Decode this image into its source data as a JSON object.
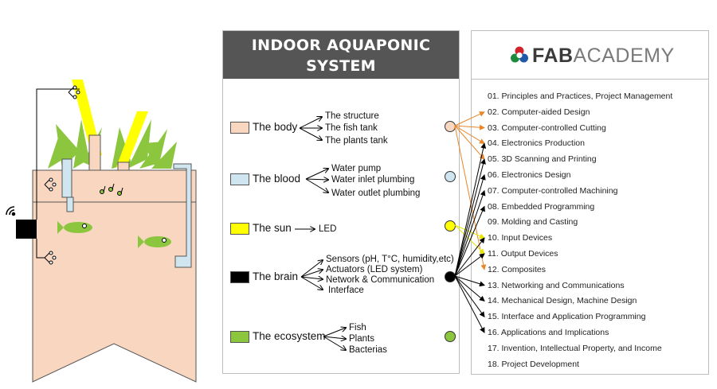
{
  "anatomy": {
    "title_line1": "INDOOR AQUAPONIC SYSTEM",
    "title_line2": "**GENERAL ANATOMY**",
    "categories": [
      {
        "label": "The body",
        "color": "#f9d6c0",
        "items": [
          "The structure",
          "The fish tank",
          "The plants tank"
        ]
      },
      {
        "label": "The blood",
        "color": "#cfe6f0",
        "items": [
          "Water pump",
          "Water inlet plumbing",
          "Water outlet plumbing"
        ]
      },
      {
        "label": "The sun",
        "color": "#ffff00",
        "items": [
          "LED"
        ]
      },
      {
        "label": "The brain",
        "color": "#000000",
        "items": [
          "Sensors (pH, T°C, humidity,etc)",
          "Actuators (LED system)",
          "Network & Communication",
          "Interface"
        ]
      },
      {
        "label": "The ecosystem",
        "color": "#8cc63f",
        "items": [
          "Fish",
          "Plants",
          "Bacterias"
        ]
      }
    ]
  },
  "fab": {
    "logo_bold": "FAB",
    "logo_light": "ACADEMY",
    "modules": [
      "01. Principles and Practices, Project Management",
      "02. Computer-aided Design",
      "03. Computer-controlled Cutting",
      "04. Electronics Production",
      "05. 3D Scanning and Printing",
      "06. Electronics Design",
      "07. Computer-controlled Machining",
      "08. Embedded Programming",
      "09. Molding and Casting",
      "10. Input Devices",
      "11. Output Devices",
      "12. Composites",
      "13. Networking and Communications",
      "14. Mechanical Design, Machine Design",
      "15. Interface and Application Programming",
      "16. Applications and Implications",
      "17. Invention, Intellectual Property, and Income",
      "18. Project Development"
    ]
  },
  "colors": {
    "body": "#f9d6c0",
    "blood": "#cfe6f0",
    "sun": "#ffff00",
    "brain": "#000000",
    "ecosystem": "#8cc63f",
    "header_bg": "#555555",
    "arrow_orange": "#e8862a",
    "arrow_yellow": "#e6e600"
  }
}
